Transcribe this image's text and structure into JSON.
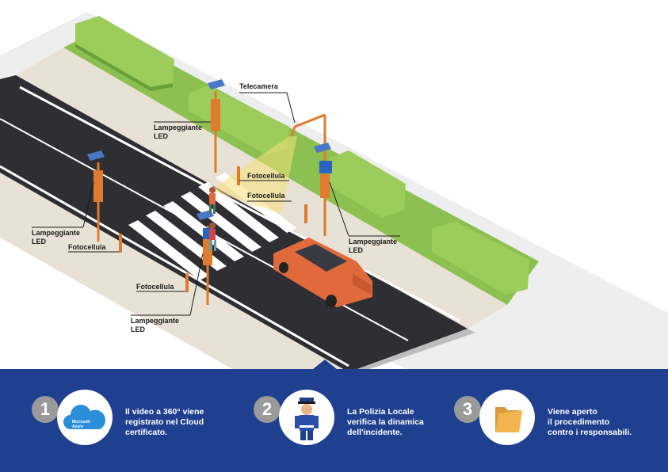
{
  "labels": {
    "telecamera": "Telecamera",
    "lampeggiante_top": "Lampeggiante\nLED",
    "lampeggiante_left": "Lampeggiante\nLED",
    "lampeggiante_right": "Lampeggiante\nLED",
    "lampeggiante_bottom": "Lampeggiante\nLED",
    "fotocellula_1": "Fotocellula",
    "fotocellula_2": "Fotocellula",
    "fotocellula_3": "Fotocellula",
    "fotocellula_4": "Fotocellula"
  },
  "steps": [
    {
      "number": "1",
      "icon": "cloud-icon",
      "icon_text": "Microsoft\nAzure",
      "text": "Il video a 360° viene\nregistrato nel Cloud\ncertificato."
    },
    {
      "number": "2",
      "icon": "police-officer-icon",
      "text": "La Polizia Locale\nverifica la dinamica\ndell'incidente."
    },
    {
      "number": "3",
      "icon": "folder-icon",
      "text": "Viene aperto\nil procedimento\ncontro i responsabili."
    }
  ],
  "colors": {
    "panel": "#1f3f8f",
    "road": "#2e2e33",
    "sidewalk": "#e8e2d6",
    "hedge": "#8cc152",
    "pole": "#e07a2c",
    "car": "#e06a3c"
  }
}
